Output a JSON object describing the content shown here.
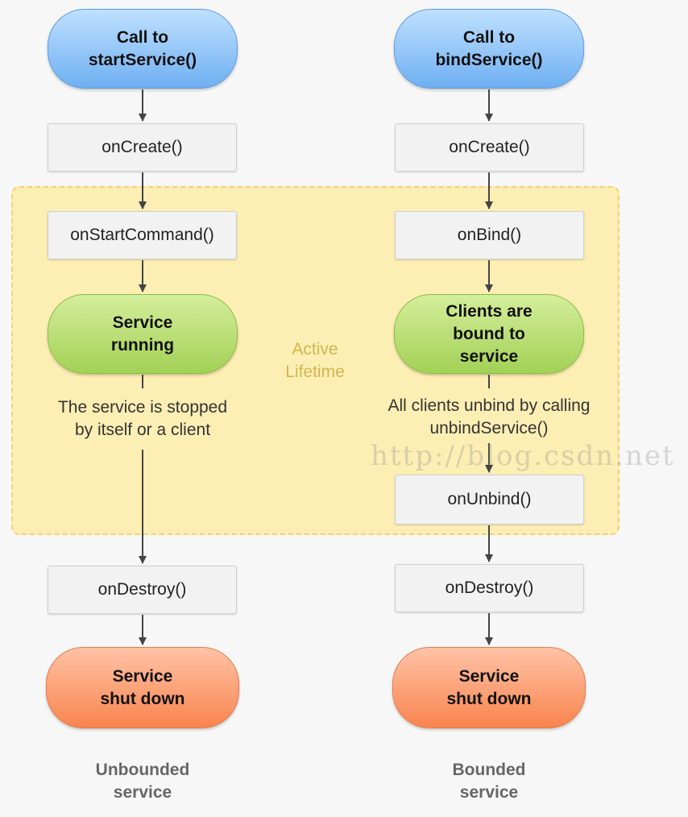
{
  "zone": {
    "label": "Active\nLifetime",
    "color": "#fdeeb4"
  },
  "unbounded": {
    "start": "Call to\nstartService()",
    "on_create": "onCreate()",
    "on_start_command": "onStartCommand()",
    "running": "Service\nrunning",
    "stop_note": "The service is stopped\nby itself or a client",
    "on_destroy": "onDestroy()",
    "shutdown": "Service\nshut down",
    "column_label": "Unbounded\nservice"
  },
  "bounded": {
    "start": "Call to\nbindService()",
    "on_create": "onCreate()",
    "on_bind": "onBind()",
    "bound": "Clients are\nbound to\nservice",
    "unbind_note": "All clients unbind by calling\nunbindService()",
    "on_unbind": "onUnbind()",
    "on_destroy": "onDestroy()",
    "shutdown": "Service\nshut down",
    "column_label": "Bounded\nservice"
  },
  "watermark": "http://blog.csdn.net",
  "colors": {
    "start_pill": "#6fb0f2",
    "running_pill": "#a3d156",
    "shutdown_pill": "#f9844f",
    "step_box": "#f2f2f2",
    "arrow": "#444444"
  }
}
